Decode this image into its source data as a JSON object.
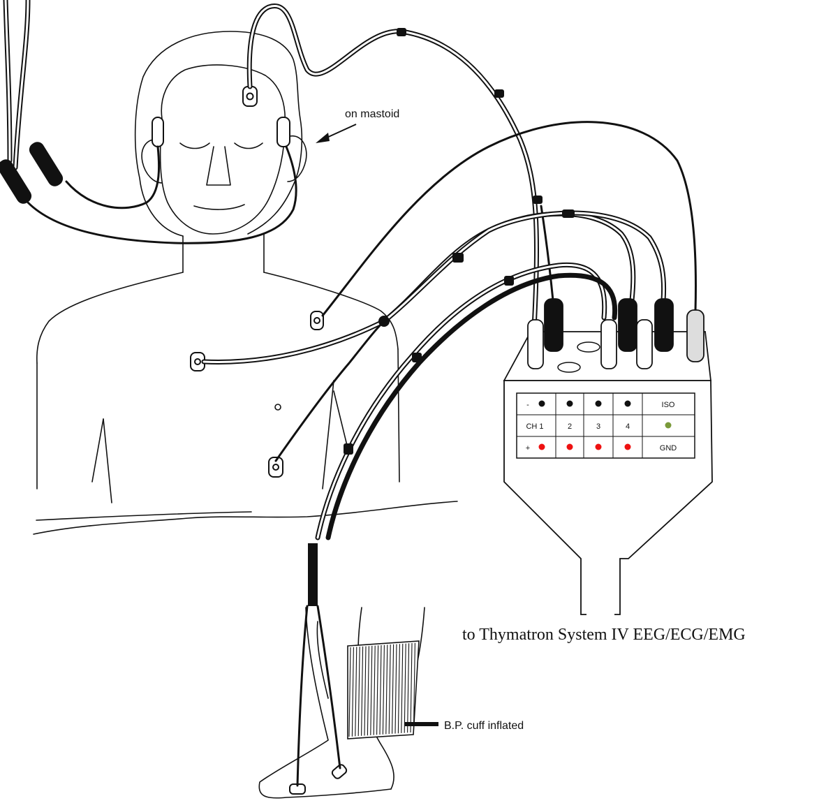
{
  "labels": {
    "mastoid": "on mastoid",
    "cuff": "B.P. cuff inflated",
    "device": "to Thymatron System IV EEG/ECG/EMG"
  },
  "panel": {
    "minus": "-",
    "ch_label": "CH 1",
    "plus": "+",
    "channels": [
      "2",
      "3",
      "4"
    ],
    "iso": "ISO",
    "gnd": "GND"
  },
  "colors": {
    "positive_dot": "#ee1111",
    "negative_dot": "#111111",
    "iso_dot": "#7a9a3a",
    "ink": "#111111"
  }
}
